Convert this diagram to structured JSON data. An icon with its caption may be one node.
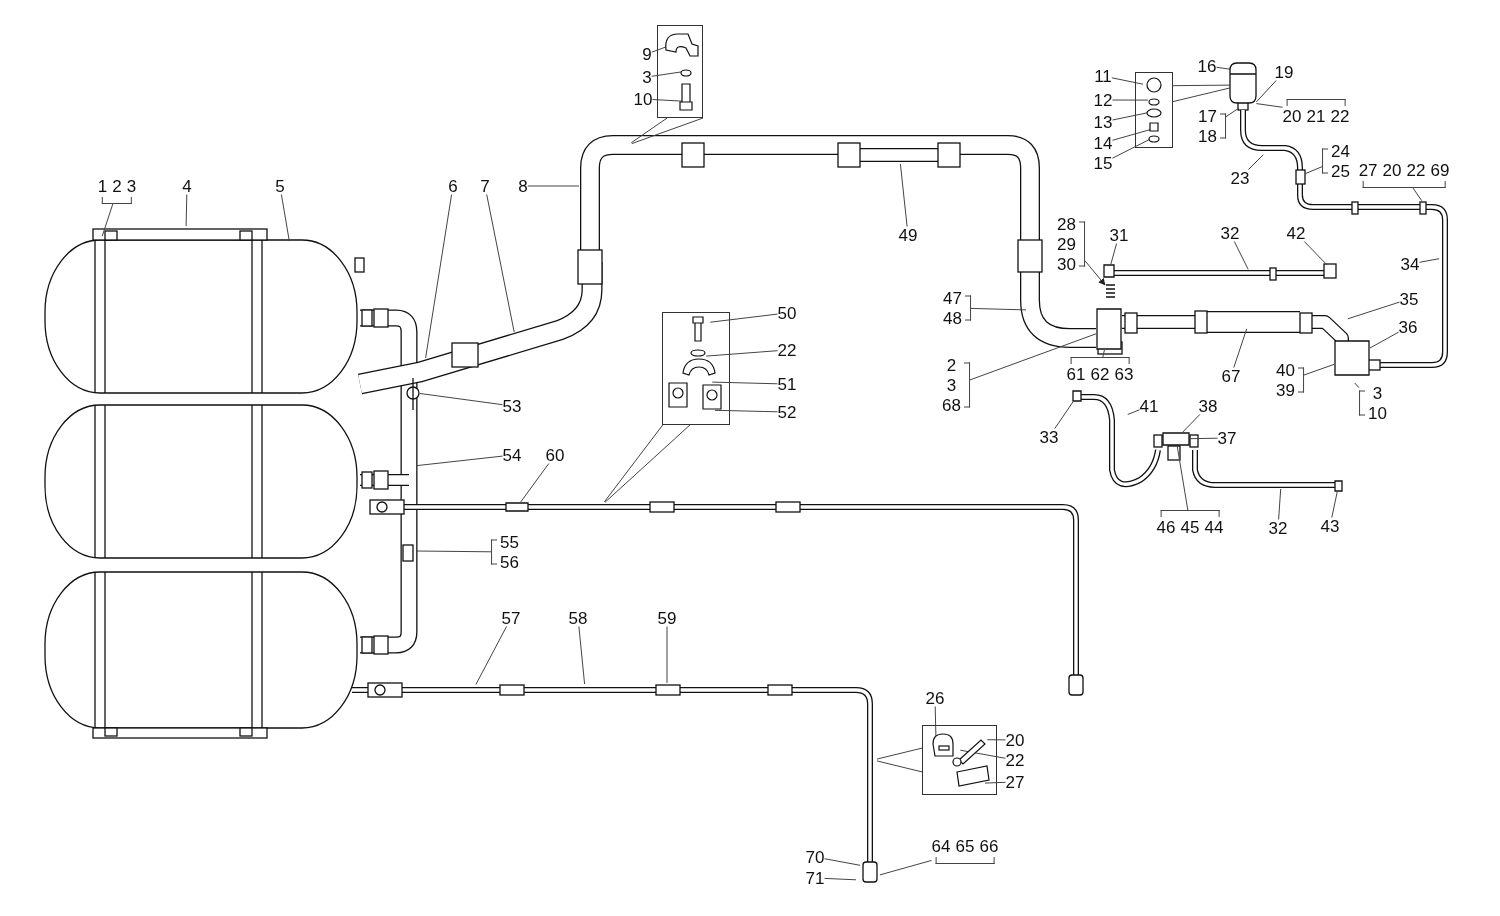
{
  "diagram": {
    "nodes": [
      {
        "text": [
          "1",
          "2",
          "3"
        ]
      },
      {
        "text": [
          "4"
        ]
      },
      {
        "text": [
          "5"
        ]
      },
      {
        "text": [
          "6"
        ]
      },
      {
        "text": [
          "7"
        ]
      },
      {
        "text": [
          "8"
        ]
      },
      {
        "text": [],
        "shape": "box"
      },
      {
        "text": [
          "9"
        ]
      },
      {
        "text": [
          "3"
        ]
      },
      {
        "text": [
          "10"
        ]
      },
      {
        "text": [],
        "shape": "box"
      },
      {
        "text": [
          "50"
        ]
      },
      {
        "text": [
          "22"
        ]
      },
      {
        "text": [
          "51"
        ]
      },
      {
        "text": [
          "52"
        ]
      },
      {
        "text": [
          "53"
        ]
      },
      {
        "text": [
          "54"
        ]
      },
      {
        "text": [
          "60"
        ]
      },
      {
        "text": [
          "55",
          "56"
        ]
      },
      {
        "text": [
          "57"
        ]
      },
      {
        "text": [
          "58"
        ]
      },
      {
        "text": [
          "59"
        ]
      },
      {
        "text": [
          "49"
        ]
      },
      {
        "text": [],
        "shape": "box"
      },
      {
        "text": [
          "11"
        ]
      },
      {
        "text": [
          "12"
        ]
      },
      {
        "text": [
          "13"
        ]
      },
      {
        "text": [
          "14"
        ]
      },
      {
        "text": [
          "15"
        ]
      },
      {
        "text": [
          "16"
        ]
      },
      {
        "text": [
          "19"
        ]
      },
      {
        "text": [
          "17",
          "18"
        ]
      },
      {
        "text": [
          "20",
          "21",
          "22"
        ]
      },
      {
        "text": [
          "23"
        ]
      },
      {
        "text": [
          "24",
          "25"
        ]
      },
      {
        "text": [
          "27",
          "20",
          "22",
          "69"
        ]
      },
      {
        "text": [
          "34"
        ]
      },
      {
        "text": [
          "35"
        ]
      },
      {
        "text": [
          "36"
        ]
      },
      {
        "text": [
          "40",
          "39"
        ]
      },
      {
        "text": [
          "3",
          "10"
        ]
      },
      {
        "text": [
          "28",
          "29",
          "30"
        ]
      },
      {
        "text": [
          "31"
        ]
      },
      {
        "text": [
          "32"
        ]
      },
      {
        "text": [
          "42"
        ]
      },
      {
        "text": [
          "47",
          "48"
        ]
      },
      {
        "text": [
          "2",
          "3",
          "68"
        ]
      },
      {
        "text": [
          "61",
          "62",
          "63"
        ]
      },
      {
        "text": [
          "67"
        ]
      },
      {
        "text": [
          "33"
        ]
      },
      {
        "text": [
          "41"
        ]
      },
      {
        "text": [
          "38"
        ]
      },
      {
        "text": [
          "37"
        ]
      },
      {
        "text": [
          "46",
          "45",
          "44"
        ]
      },
      {
        "text": [
          "32"
        ]
      },
      {
        "text": [
          "43"
        ]
      },
      {
        "text": [],
        "shape": "box"
      },
      {
        "text": [
          "26"
        ]
      },
      {
        "text": [
          "20"
        ]
      },
      {
        "text": [
          "22"
        ]
      },
      {
        "text": [
          "27"
        ]
      },
      {
        "text": [
          "70"
        ]
      },
      {
        "text": [
          "71"
        ]
      },
      {
        "text": [
          "64",
          "65",
          "66"
        ]
      },
      {
        "text": [],
        "shape": "cylinder"
      },
      {
        "text": [],
        "shape": "box"
      },
      {
        "text": [],
        "shape": "box"
      },
      {
        "text": [],
        "shape": "box"
      },
      {
        "text": [],
        "shape": "box"
      },
      {
        "text": [],
        "shape": "box"
      },
      {
        "text": [],
        "shape": "box"
      },
      {
        "text": [],
        "shape": "bar"
      },
      {
        "text": [],
        "shape": "box"
      }
    ],
    "edges": [
      {
        "from": 0,
        "to": null,
        "arrow": "none"
      },
      {
        "from": 1,
        "to": null,
        "arrow": "none"
      },
      {
        "from": 2,
        "to": null,
        "arrow": "none"
      },
      {
        "from": 3,
        "to": null,
        "arrow": "none"
      },
      {
        "from": 4,
        "to": null,
        "arrow": "none"
      },
      {
        "from": 5,
        "to": null,
        "arrow": "none"
      },
      {
        "from": 6,
        "to": null,
        "arrow": "none"
      },
      {
        "from": 6,
        "to": null,
        "arrow": "none"
      },
      {
        "from": 7,
        "to": 6,
        "arrow": "none"
      },
      {
        "from": 8,
        "to": 6,
        "arrow": "none"
      },
      {
        "from": 9,
        "to": 6,
        "arrow": "none"
      },
      {
        "from": 10,
        "to": null,
        "arrow": "none"
      },
      {
        "from": 10,
        "to": null,
        "arrow": "none"
      },
      {
        "from": 11,
        "to": 10,
        "arrow": "none"
      },
      {
        "from": 12,
        "to": 10,
        "arrow": "none"
      },
      {
        "from": 13,
        "to": 10,
        "arrow": "none"
      },
      {
        "from": 14,
        "to": 10,
        "arrow": "none"
      },
      {
        "from": 15,
        "to": null,
        "arrow": "none"
      },
      {
        "from": 16,
        "to": null,
        "arrow": "none"
      },
      {
        "from": 17,
        "to": 65,
        "arrow": "none"
      },
      {
        "from": 18,
        "to": null,
        "arrow": "none"
      },
      {
        "from": 19,
        "to": null,
        "arrow": "none"
      },
      {
        "from": 20,
        "to": null,
        "arrow": "none"
      },
      {
        "from": 21,
        "to": null,
        "arrow": "none"
      },
      {
        "from": 22,
        "to": null,
        "arrow": "none"
      },
      {
        "from": 23,
        "to": 64,
        "arrow": "none"
      },
      {
        "from": 23,
        "to": 64,
        "arrow": "none"
      },
      {
        "from": 24,
        "to": 23,
        "arrow": "none"
      },
      {
        "from": 25,
        "to": 23,
        "arrow": "none"
      },
      {
        "from": 26,
        "to": 23,
        "arrow": "none"
      },
      {
        "from": 27,
        "to": 23,
        "arrow": "none"
      },
      {
        "from": 28,
        "to": 23,
        "arrow": "none"
      },
      {
        "from": 29,
        "to": 64,
        "arrow": "none"
      },
      {
        "from": 30,
        "to": 64,
        "arrow": "none"
      },
      {
        "from": 31,
        "to": null,
        "arrow": "none"
      },
      {
        "from": 32,
        "to": 64,
        "arrow": "none"
      },
      {
        "from": 33,
        "to": null,
        "arrow": "none"
      },
      {
        "from": 34,
        "to": null,
        "arrow": "none"
      },
      {
        "from": 35,
        "to": null,
        "arrow": "none"
      },
      {
        "from": 36,
        "to": null,
        "arrow": "none"
      },
      {
        "from": 37,
        "to": null,
        "arrow": "none"
      },
      {
        "from": 38,
        "to": 66,
        "arrow": "none"
      },
      {
        "from": 39,
        "to": 66,
        "arrow": "none"
      },
      {
        "from": 40,
        "to": null,
        "arrow": "none"
      },
      {
        "from": 41,
        "to": 71,
        "arrow": "to"
      },
      {
        "from": 42,
        "to": 67,
        "arrow": "none"
      },
      {
        "from": 43,
        "to": null,
        "arrow": "none"
      },
      {
        "from": 44,
        "to": null,
        "arrow": "none"
      },
      {
        "from": 45,
        "to": null,
        "arrow": "none"
      },
      {
        "from": 46,
        "to": 68,
        "arrow": "none"
      },
      {
        "from": 47,
        "to": 68,
        "arrow": "none"
      },
      {
        "from": 48,
        "to": null,
        "arrow": "none"
      },
      {
        "from": 49,
        "to": 69,
        "arrow": "none"
      },
      {
        "from": 50,
        "to": null,
        "arrow": "none"
      },
      {
        "from": 51,
        "to": 70,
        "arrow": "none"
      },
      {
        "from": 52,
        "to": 70,
        "arrow": "none"
      },
      {
        "from": 53,
        "to": 70,
        "arrow": "none"
      },
      {
        "from": 54,
        "to": null,
        "arrow": "none"
      },
      {
        "from": 55,
        "to": 72,
        "arrow": "none"
      },
      {
        "from": 56,
        "to": null,
        "arrow": "none"
      },
      {
        "from": 56,
        "to": null,
        "arrow": "none"
      },
      {
        "from": 57,
        "to": 56,
        "arrow": "none"
      },
      {
        "from": 58,
        "to": 56,
        "arrow": "none"
      },
      {
        "from": 59,
        "to": 56,
        "arrow": "none"
      },
      {
        "from": 60,
        "to": 56,
        "arrow": "none"
      },
      {
        "from": 61,
        "to": null,
        "arrow": "none"
      },
      {
        "from": 62,
        "to": null,
        "arrow": "none"
      },
      {
        "from": 63,
        "to": null,
        "arrow": "none"
      }
    ]
  }
}
